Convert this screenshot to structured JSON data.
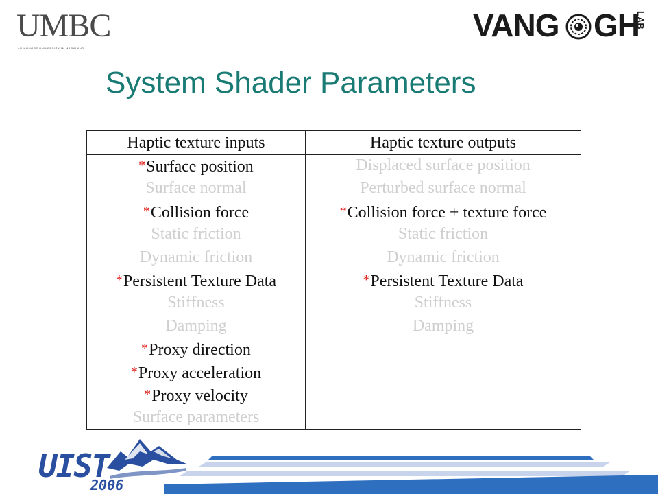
{
  "header": {
    "umbc_logo": {
      "wordmark": "UMBC",
      "tagline": "AN HONORS UNIVERSITY IN MARYLAND"
    },
    "vangogh_logo": {
      "left": "VANG",
      "right": "GH",
      "lab": "LAB",
      "icon": "eye-icon"
    }
  },
  "slide": {
    "title": "System Shader Parameters"
  },
  "table": {
    "inputs": {
      "header": "Haptic texture inputs",
      "items": [
        {
          "label": "Surface position",
          "starred": true
        },
        {
          "label": "Surface normal",
          "starred": false
        },
        {
          "label": "Collision force",
          "starred": true
        },
        {
          "label": "Static friction",
          "starred": false
        },
        {
          "label": "Dynamic friction",
          "starred": false
        },
        {
          "label": "Persistent Texture Data",
          "starred": true
        },
        {
          "label": "Stiffness",
          "starred": false
        },
        {
          "label": "Damping",
          "starred": false
        },
        {
          "label": "Proxy direction",
          "starred": true
        },
        {
          "label": "Proxy acceleration",
          "starred": true
        },
        {
          "label": "Proxy velocity",
          "starred": true
        },
        {
          "label": "Surface parameters",
          "starred": false
        }
      ]
    },
    "outputs": {
      "header": "Haptic texture outputs",
      "items": [
        {
          "label": "Displaced surface position",
          "starred": false
        },
        {
          "label": "Perturbed surface normal",
          "starred": false
        },
        {
          "label": "Collision force + texture force",
          "starred": true
        },
        {
          "label": "Static friction",
          "starred": false
        },
        {
          "label": "Dynamic friction",
          "starred": false
        },
        {
          "label": "Persistent Texture Data",
          "starred": true
        },
        {
          "label": "Stiffness",
          "starred": false
        },
        {
          "label": "Damping",
          "starred": false
        }
      ]
    },
    "star_symbol": "*"
  },
  "footer": {
    "uist_logo": {
      "text": "UIST",
      "year": "2006",
      "icon": "mountain-icon"
    }
  },
  "colors": {
    "title": "#1a7a74",
    "star": "#e0201b",
    "active_text": "#111111",
    "inactive_text": "#cfcfcf",
    "uist_blue": "#2a4fa0",
    "stripe_blue": "#2f6fc0",
    "stripe_light": "#c8d4ec"
  }
}
